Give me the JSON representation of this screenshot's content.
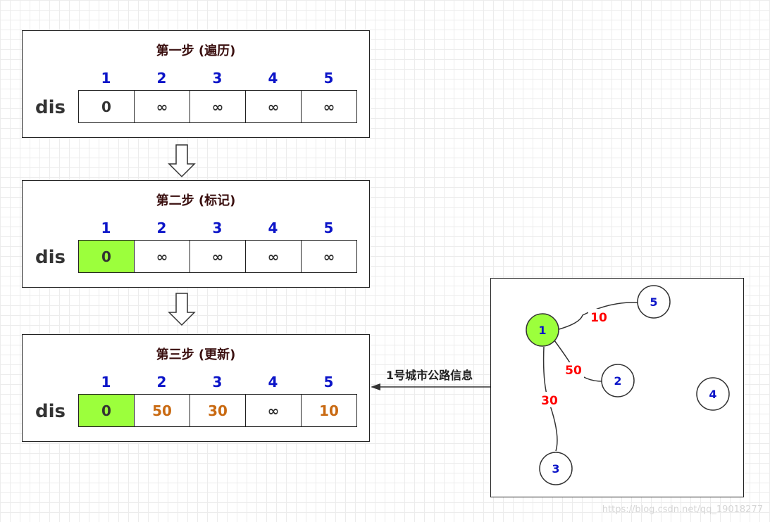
{
  "steps": [
    {
      "title": "第一步 (遍历)",
      "indices": [
        "1",
        "2",
        "3",
        "4",
        "5"
      ],
      "row_label": "dis",
      "cells": [
        {
          "value": "0",
          "state": "normal"
        },
        {
          "value": "∞",
          "state": "normal"
        },
        {
          "value": "∞",
          "state": "normal"
        },
        {
          "value": "∞",
          "state": "normal"
        },
        {
          "value": "∞",
          "state": "normal"
        }
      ]
    },
    {
      "title": "第二步 (标记)",
      "indices": [
        "1",
        "2",
        "3",
        "4",
        "5"
      ],
      "row_label": "dis",
      "cells": [
        {
          "value": "0",
          "state": "visited"
        },
        {
          "value": "∞",
          "state": "normal"
        },
        {
          "value": "∞",
          "state": "normal"
        },
        {
          "value": "∞",
          "state": "normal"
        },
        {
          "value": "∞",
          "state": "normal"
        }
      ]
    },
    {
      "title": "第三步 (更新)",
      "indices": [
        "1",
        "2",
        "3",
        "4",
        "5"
      ],
      "row_label": "dis",
      "cells": [
        {
          "value": "0",
          "state": "visited"
        },
        {
          "value": "50",
          "state": "updated"
        },
        {
          "value": "30",
          "state": "updated"
        },
        {
          "value": "∞",
          "state": "normal"
        },
        {
          "value": "10",
          "state": "updated"
        }
      ]
    }
  ],
  "info_label": "1号城市公路信息",
  "graph": {
    "nodes": [
      {
        "id": "1",
        "highlight": true
      },
      {
        "id": "2",
        "highlight": false
      },
      {
        "id": "3",
        "highlight": false
      },
      {
        "id": "4",
        "highlight": false
      },
      {
        "id": "5",
        "highlight": false
      }
    ],
    "edges": [
      {
        "from": "1",
        "to": "5",
        "weight": "10"
      },
      {
        "from": "1",
        "to": "2",
        "weight": "50"
      },
      {
        "from": "1",
        "to": "3",
        "weight": "30"
      }
    ]
  },
  "watermark": "https://blog.csdn.net/qq_19018277",
  "colors": {
    "index": "#0b14c8",
    "visited": "#9cff3c",
    "updated": "#c96a12",
    "weight": "#ff0000"
  }
}
